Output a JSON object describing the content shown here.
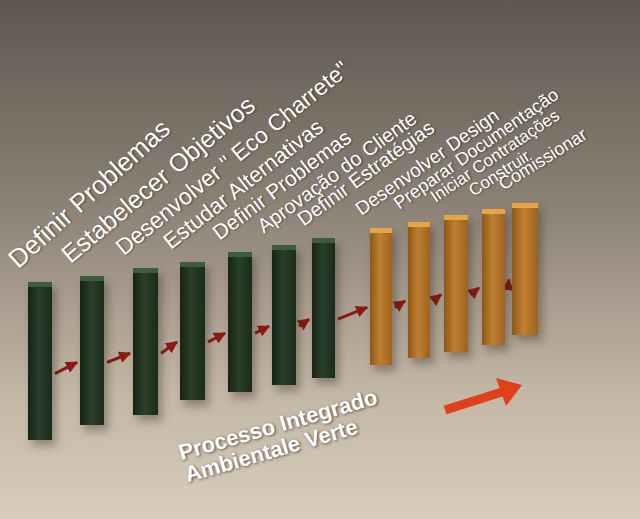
{
  "diagram": {
    "title": "Processo Integrado Ambientale Verte",
    "nodes": [
      {
        "text": [
          "Definir Problemas"
        ]
      },
      {
        "text": [
          "Estabelecer Objetivos"
        ]
      },
      {
        "text": [
          "Desenvolver \" Eco Charrete\""
        ]
      },
      {
        "text": [
          "Estudar Alternativas"
        ]
      },
      {
        "text": [
          "Definir Problemas"
        ]
      },
      {
        "text": [
          "Aprovação do Cliente"
        ]
      },
      {
        "text": [
          "Definir Estratégias"
        ]
      },
      {
        "text": [
          "Desenvolver Design"
        ]
      },
      {
        "text": [
          "Preparar Documentação"
        ]
      },
      {
        "text": [
          "Iniciar Contratações"
        ]
      },
      {
        "text": [
          "Construir"
        ]
      },
      {
        "text": [
          "Comissionar"
        ]
      }
    ],
    "edges": [
      {
        "from": 0,
        "to": 1,
        "arrow": "to"
      },
      {
        "from": 1,
        "to": 2,
        "arrow": "to"
      },
      {
        "from": 2,
        "to": 3,
        "arrow": "to"
      },
      {
        "from": 3,
        "to": 4,
        "arrow": "to"
      },
      {
        "from": 4,
        "to": 5,
        "arrow": "to"
      },
      {
        "from": 5,
        "to": 6,
        "arrow": "to"
      },
      {
        "from": 6,
        "to": 7,
        "arrow": "to"
      },
      {
        "from": 7,
        "to": 8,
        "arrow": "to"
      },
      {
        "from": 8,
        "to": 9,
        "arrow": "to"
      },
      {
        "from": 9,
        "to": 10,
        "arrow": "to"
      },
      {
        "from": 10,
        "to": 11,
        "arrow": "to"
      }
    ]
  }
}
